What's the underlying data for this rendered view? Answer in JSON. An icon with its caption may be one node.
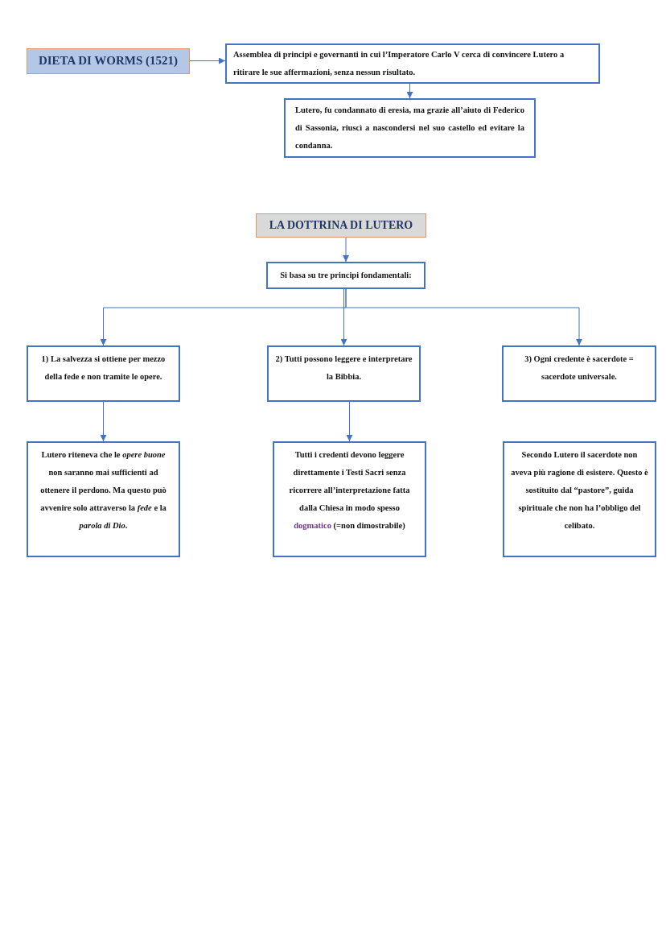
{
  "diagram": {
    "nodes": [
      {
        "text": [
          "DIETA DI WORMS (1521)"
        ]
      },
      {
        "text": [
          "Assemblea di principi e governanti in cui l’Imperatore Carlo V cerca di convincere Lutero a ritirare le sue affermazioni, senza nessun risultato."
        ]
      },
      {
        "text": [
          "Lutero, fu condannato di eresia, ma grazie all’aiuto di Federico di Sassonia, riuscì a nascondersi nel suo castello ed evitare la condanna."
        ]
      },
      {
        "text": [
          "LA DOTTRINA DI LUTERO"
        ]
      },
      {
        "text": [
          "Si basa su tre principi fondamentali:"
        ]
      },
      {
        "text": [
          "1) La salvezza si ottiene per mezzo della fede e non tramite le opere."
        ]
      },
      {
        "text": [
          "2) Tutti possono leggere e interpretare la Bibbia."
        ]
      },
      {
        "text": [
          "3) Ogni credente è sacerdote = sacerdote universale."
        ]
      },
      {
        "text": [
          "Lutero riteneva che le *opere buone* non saranno mai sufficienti ad ottenere il perdono. Ma questo può avvenire solo attraverso la *fede* e la *parola di Dio*."
        ]
      },
      {
        "text": [
          "Tutti i credenti devono leggere direttamente i Testi Sacri senza ricorrere all’interpretazione fatta dalla Chiesa in modo spesso **dogmatico** (=non dimostrabile)"
        ]
      },
      {
        "text": [
          "Secondo Lutero il sacerdote non aveva più ragione di esistere. Questo è sostituito dal “pastore”, guida spirituale che non ha l’obbligo del celibato."
        ]
      }
    ],
    "edges": [
      {
        "from": 0,
        "to": 1,
        "arrow": "to"
      },
      {
        "from": 1,
        "to": 2,
        "arrow": "to"
      },
      {
        "from": 3,
        "to": 4,
        "arrow": "to"
      },
      {
        "from": 4,
        "to": 5,
        "arrow": "to"
      },
      {
        "from": 4,
        "to": 6,
        "arrow": "to"
      },
      {
        "from": 4,
        "to": 7,
        "arrow": "to"
      },
      {
        "from": 5,
        "to": 8,
        "arrow": "to"
      },
      {
        "from": 6,
        "to": 9,
        "arrow": "to"
      }
    ]
  }
}
